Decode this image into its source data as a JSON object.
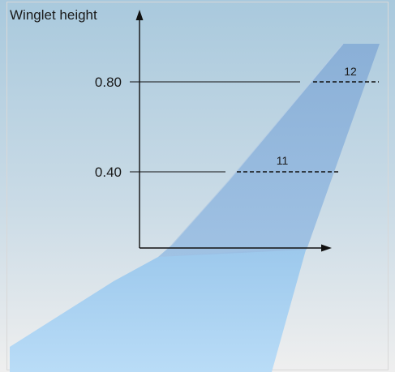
{
  "diagram": {
    "y_axis_title": "Winglet height",
    "y_ticks": [
      {
        "value": "0.80",
        "station": "12"
      },
      {
        "value": "0.40",
        "station": "11"
      }
    ]
  },
  "colors": {
    "sky_top": "#a9c9dd",
    "sky_bottom": "#eeeeee",
    "wing_surface": "#a9d3f3",
    "winglet_surface": "#8fb4da",
    "axis_line": "#111111"
  }
}
